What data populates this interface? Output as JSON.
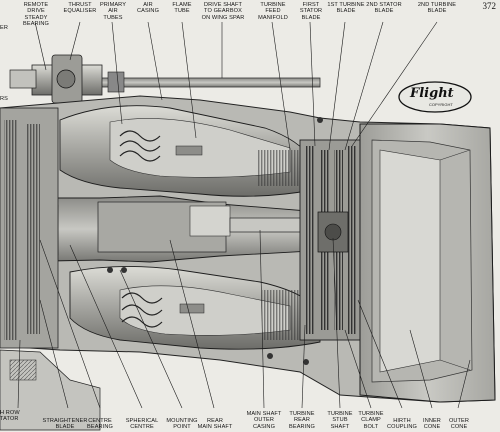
{
  "page_number": "372",
  "logo": {
    "name": "Flight",
    "sub": "COPYRIGHT"
  },
  "labels_top": [
    "REMOTE DRIVE\nSTEADY\nBEARING",
    "THRUST\nEQUALISER",
    "PRIMARY\nAIR\nTUBES",
    "AIR\nCASING",
    "FLAME\nTUBE",
    "DRIVE SHAFT\nTO GEARBOX\nON WING SPAR",
    "TURBINE\nFEED\nMANIFOLD",
    "FIRST\nSTATOR\nBLADE",
    "1ST TURBINE\nBLADE",
    "2ND STATOR\nBLADE",
    "2ND TURBINE\nBLADE"
  ],
  "labels_bottom": [
    "H ROW\nTATOR",
    "STRAIGHTENER\nBLADE",
    "CENTRE\nBEARING",
    "SPHERICAL\nCENTRE",
    "MOUNTING\nPOINT",
    "REAR\nMAIN SHAFT",
    "MAIN SHAFT\nOUTER\nCASING",
    "TURBINE\nREAR\nBEARING",
    "TURBINE\nSTUB\nSHAFT",
    "TURBINE\nCLAMP\nBOLT",
    "HIRTH\nCOUPLING",
    "INNER\nCONE",
    "OUTER\nCONE"
  ],
  "labels_left": [
    "ER",
    "RS"
  ]
}
